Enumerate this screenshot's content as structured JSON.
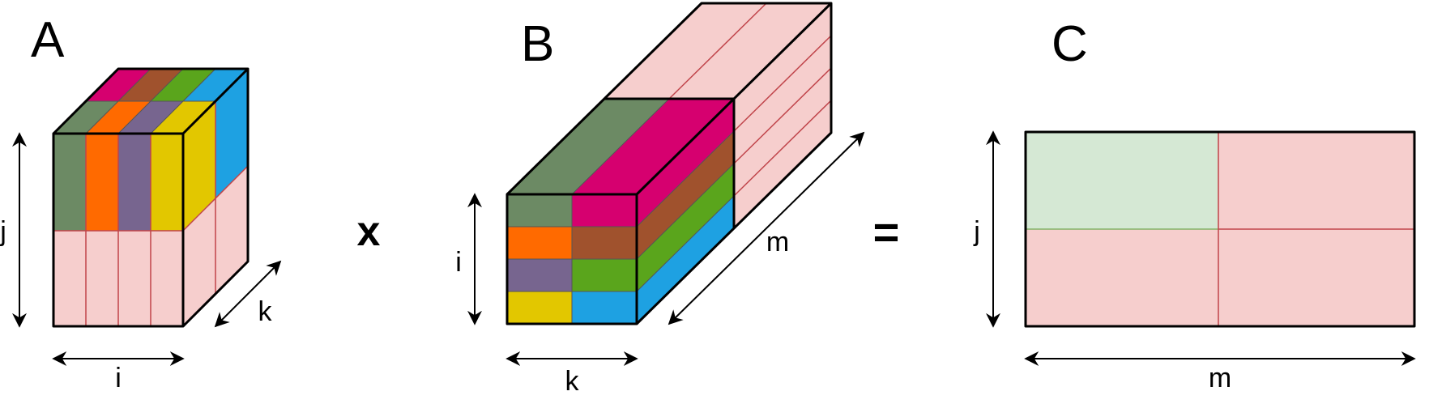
{
  "matrices": {
    "a": {
      "title": "A",
      "dim_height": "j",
      "dim_width": "i",
      "dim_depth": "k"
    },
    "b": {
      "title": "B",
      "dim_height": "i",
      "dim_width": "k",
      "dim_depth": "m"
    },
    "c": {
      "title": "C",
      "dim_height": "j",
      "dim_width": "m"
    }
  },
  "operators": {
    "multiply": "x",
    "equals": "="
  },
  "colors": {
    "green": "#6c8a64",
    "magenta": "#d6006f",
    "orange": "#ff6a00",
    "brown": "#a0522d",
    "purple": "#77658f",
    "lime": "#5aa51c",
    "yellow": "#e2c700",
    "blue": "#1ea1e2",
    "pink": "#f6cecd",
    "light_green": "#d5e8d4",
    "grid_red": "#c0444a"
  }
}
